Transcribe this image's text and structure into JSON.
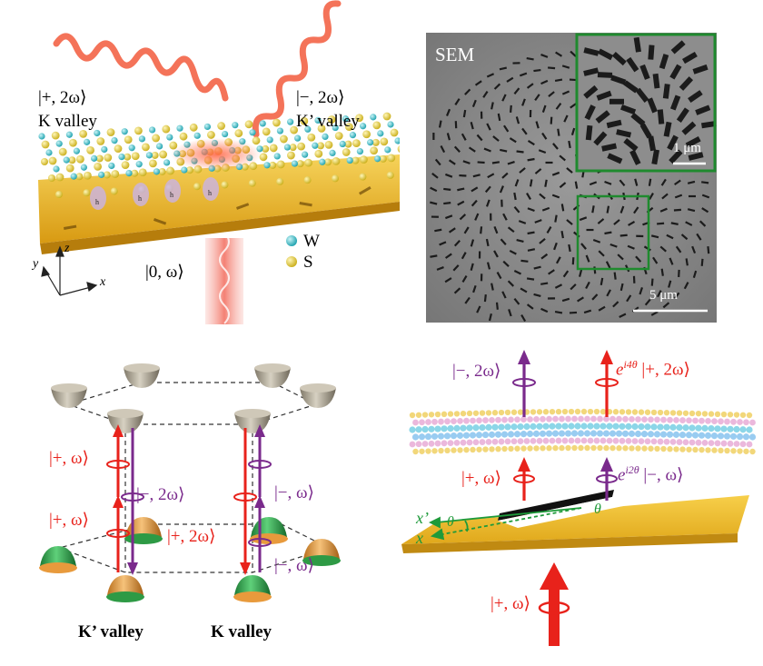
{
  "panel_a": {
    "ket_k": "|+, 2ω⟩",
    "k_valley": "K valley",
    "ket_kp": "|−, 2ω⟩",
    "kp_valley": "K’ valley",
    "ket_pump": "|0, ω⟩",
    "legend_w": "W",
    "legend_s": "S",
    "axis_x": "x",
    "axis_y": "y",
    "axis_z": "z",
    "exciton_letter": "h",
    "colors": {
      "gold": "#e7b421",
      "w_atom": "#3bbfc8",
      "s_atom": "#ecd23c",
      "beam": "#f04a3a"
    }
  },
  "panel_b": {
    "sem_label": "SEM",
    "inset_scale": "1 μm",
    "main_scale": "5 μm",
    "colors": {
      "box": "#1f8a2e",
      "background": "#8b8b8b"
    }
  },
  "panel_c": {
    "ket_p_w_upper": "|+, ω⟩",
    "ket_p_w_lower": "|+, ω⟩",
    "ket_m_2w": "|−, 2ω⟩",
    "ket_p_2w": "|+, 2ω⟩",
    "ket_m_w_upper": "|−, ω⟩",
    "ket_m_w_lower": "|−, ω⟩",
    "kp_valley": "K’ valley",
    "k_valley": "K valley",
    "colors": {
      "red": "#e8221b",
      "purple": "#7a2a8c",
      "green": "#2e9a45",
      "orange": "#e89a3c",
      "gray_cone": "#9b9384"
    }
  },
  "panel_d": {
    "ket_m_2w": "|−, 2ω⟩",
    "phase_top": "e",
    "phase_top_exp": "i4θ",
    "ket_p_2w": "|+, 2ω⟩",
    "ket_p_w": "|+, ω⟩",
    "phase_mid": "e",
    "phase_mid_exp": "i2θ",
    "ket_m_w": "|−, ω⟩",
    "axis_xp": "x’",
    "axis_x": "x",
    "theta": "θ",
    "theta2": "θ",
    "ket_input": "|+, ω⟩",
    "colors": {
      "red": "#e8221b",
      "purple": "#7a2a8c",
      "green": "#1e9a3a",
      "gold": "#f0c23a"
    }
  }
}
